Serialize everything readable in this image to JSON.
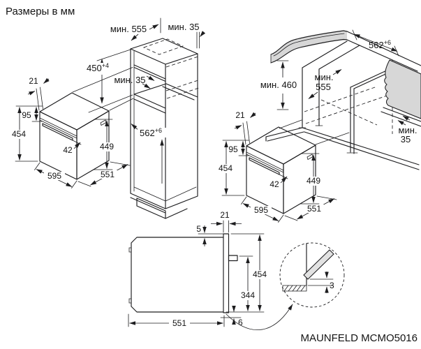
{
  "title": "Размеры в мм",
  "model": "MAUNFELD MCMO5016",
  "oven_dims": {
    "door_thickness": "21",
    "top_offset": "95",
    "height": "454",
    "handle_depth": "42",
    "interior_height": "449",
    "width": "595",
    "depth": "551"
  },
  "column_cabinet": {
    "min_depth": "мин. 555",
    "top_gap": "мин. 35",
    "vent_gap": "мин. 35",
    "niche_height": "450",
    "niche_height_tol": "+4",
    "niche_depth": "562",
    "niche_depth_tol": "+6"
  },
  "counter_cabinet": {
    "niche_width": "562",
    "niche_width_tol": "+6",
    "min_height": "мин. 460",
    "min_depth_l1": "мин.",
    "min_depth_l2": "555",
    "wall_gap_l1": "мин.",
    "wall_gap_l2": "35"
  },
  "side_view": {
    "door_thickness": "21",
    "top_protrusion": "5",
    "height": "454",
    "handle_height": "344",
    "depth": "551",
    "bottom_gap": "6"
  },
  "detail": {
    "gap": "3"
  }
}
